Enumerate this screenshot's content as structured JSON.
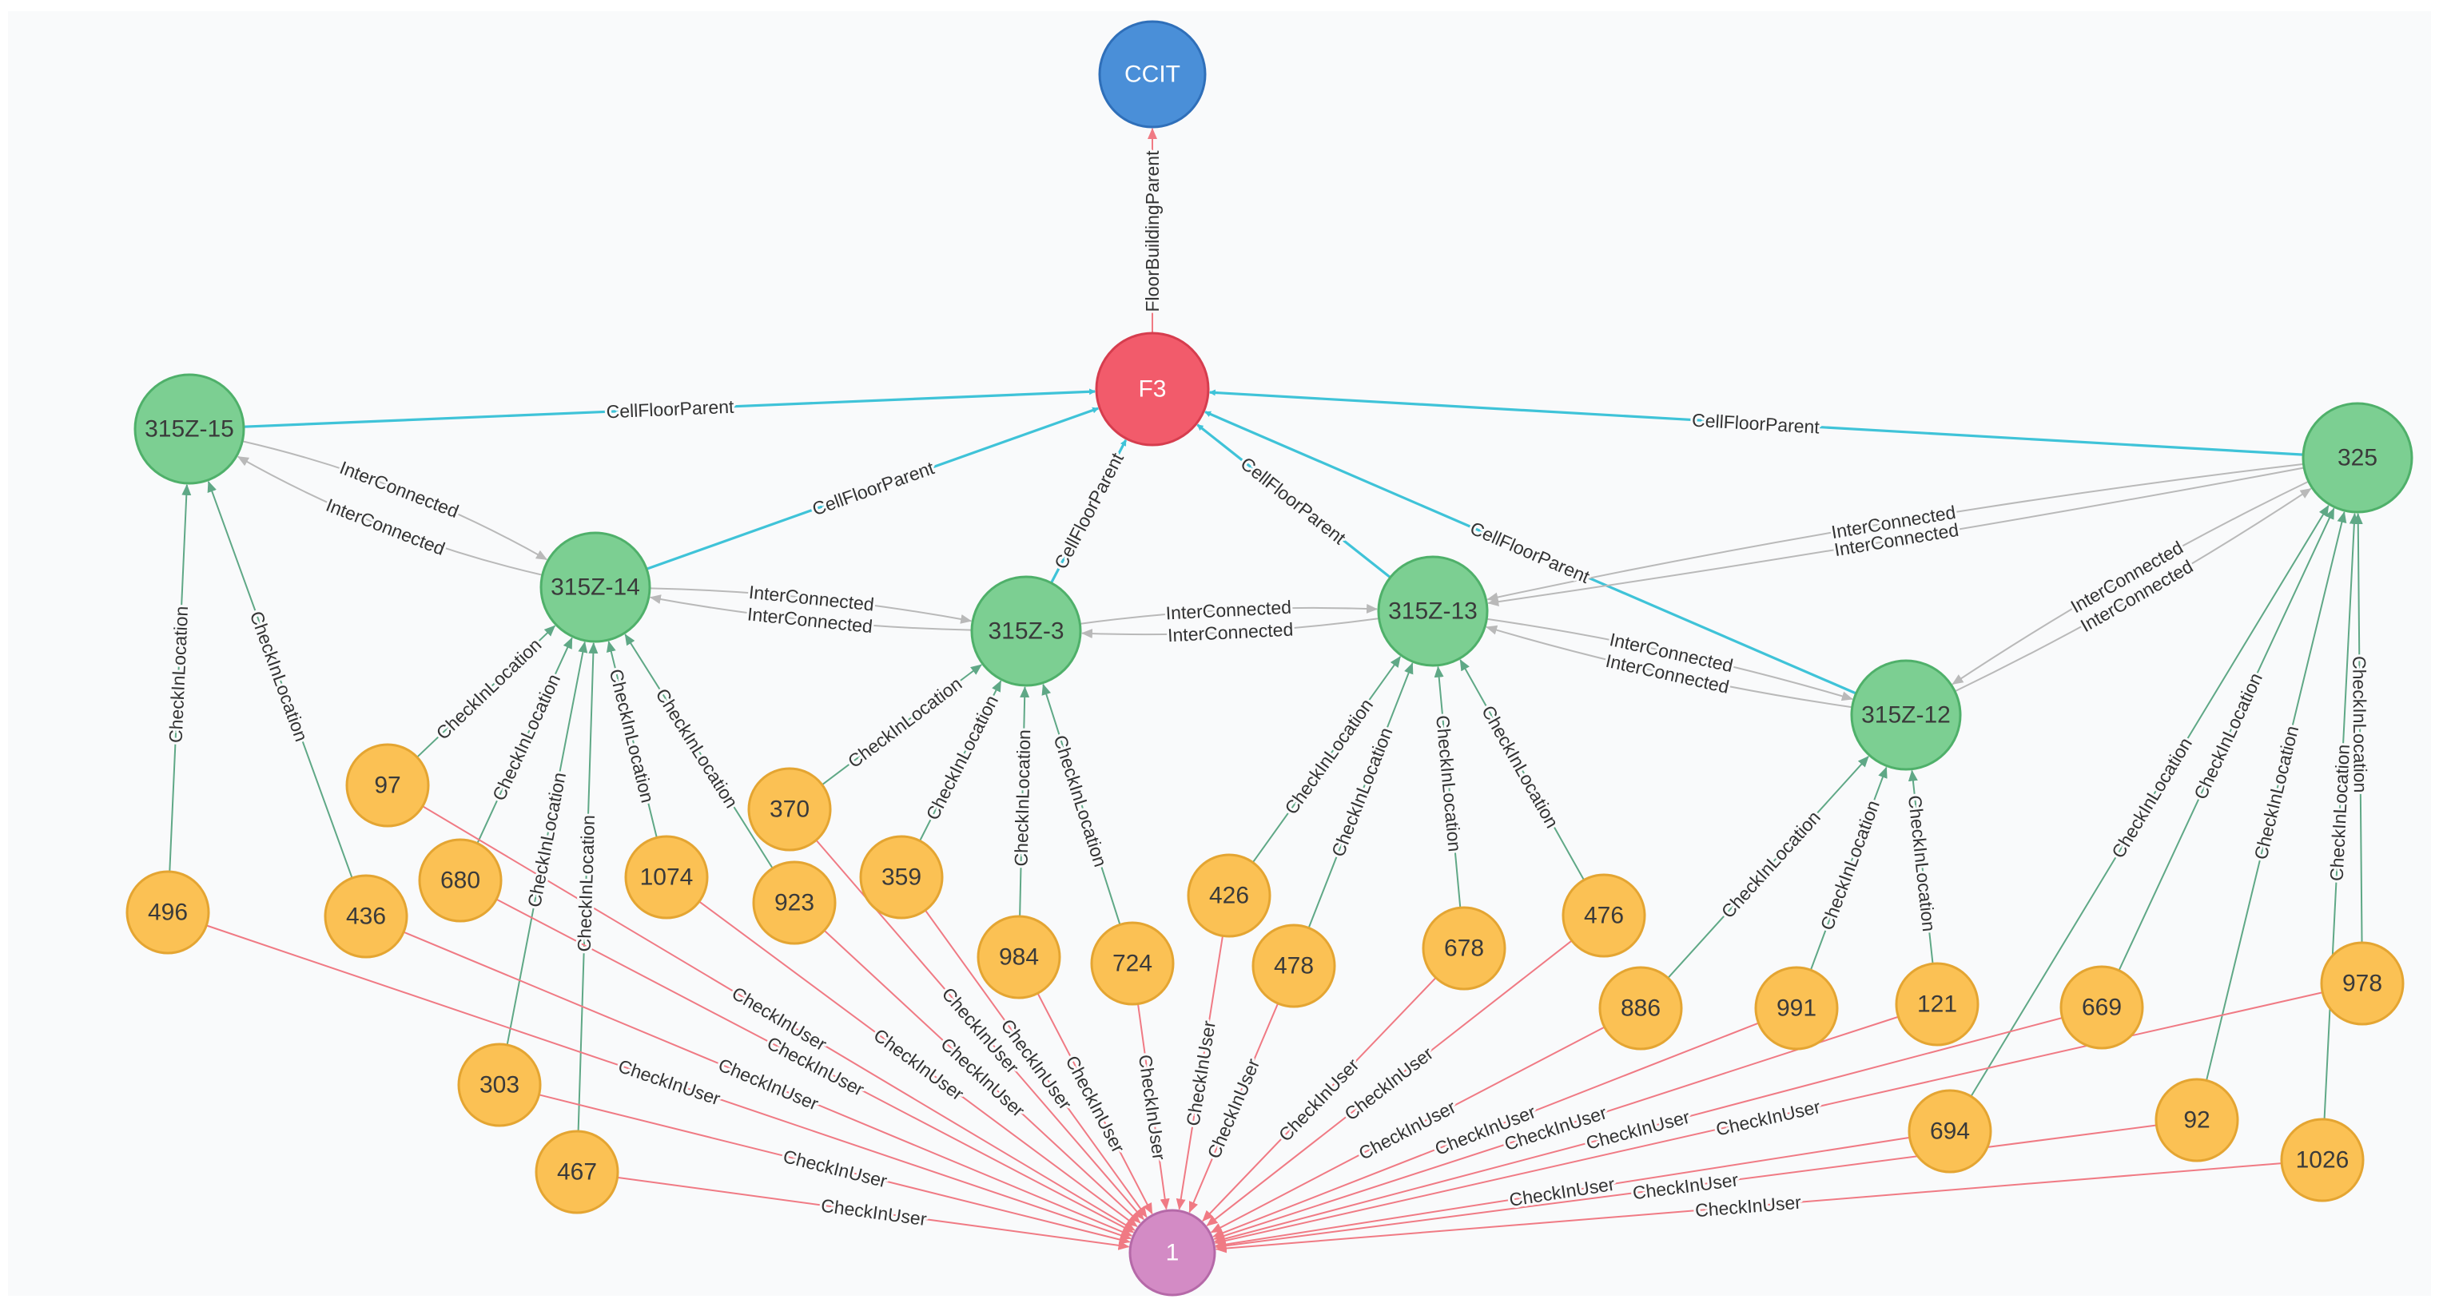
{
  "colors": {
    "blue": "#4a8fd8",
    "blue_stroke": "#2f6fb9",
    "red": "#f25b6b",
    "red_stroke": "#d63d4e",
    "green": "#7ccf92",
    "green_stroke": "#4fb06a",
    "orange": "#fbc154",
    "orange_stroke": "#e4a532",
    "pink": "#d38bc5",
    "pink_stroke": "#b569a8",
    "edge_cell_floor": "#3fc3d8",
    "edge_inter": "#b9b9b9",
    "edge_checkin_location": "#5fa886",
    "edge_checkin_user": "#f07a84",
    "edge_floor_building": "#f07a84"
  },
  "graph": {
    "nodes": [
      {
        "id": "CCIT",
        "label": "CCIT",
        "type": "building"
      },
      {
        "id": "F3",
        "label": "F3",
        "type": "floor"
      },
      {
        "id": "315Z-15",
        "label": "315Z-15",
        "type": "cell"
      },
      {
        "id": "315Z-14",
        "label": "315Z-14",
        "type": "cell"
      },
      {
        "id": "315Z-3",
        "label": "315Z-3",
        "type": "cell"
      },
      {
        "id": "315Z-13",
        "label": "315Z-13",
        "type": "cell"
      },
      {
        "id": "315Z-12",
        "label": "315Z-12",
        "type": "cell"
      },
      {
        "id": "325",
        "label": "325",
        "type": "cell"
      },
      {
        "id": "97",
        "label": "97",
        "type": "checkin"
      },
      {
        "id": "496",
        "label": "496",
        "type": "checkin"
      },
      {
        "id": "436",
        "label": "436",
        "type": "checkin"
      },
      {
        "id": "680",
        "label": "680",
        "type": "checkin"
      },
      {
        "id": "1074",
        "label": "1074",
        "type": "checkin"
      },
      {
        "id": "923",
        "label": "923",
        "type": "checkin"
      },
      {
        "id": "303",
        "label": "303",
        "type": "checkin"
      },
      {
        "id": "467",
        "label": "467",
        "type": "checkin"
      },
      {
        "id": "370",
        "label": "370",
        "type": "checkin"
      },
      {
        "id": "359",
        "label": "359",
        "type": "checkin"
      },
      {
        "id": "984",
        "label": "984",
        "type": "checkin"
      },
      {
        "id": "724",
        "label": "724",
        "type": "checkin"
      },
      {
        "id": "426",
        "label": "426",
        "type": "checkin"
      },
      {
        "id": "478",
        "label": "478",
        "type": "checkin"
      },
      {
        "id": "678",
        "label": "678",
        "type": "checkin"
      },
      {
        "id": "476",
        "label": "476",
        "type": "checkin"
      },
      {
        "id": "886",
        "label": "886",
        "type": "checkin"
      },
      {
        "id": "991",
        "label": "991",
        "type": "checkin"
      },
      {
        "id": "121",
        "label": "121",
        "type": "checkin"
      },
      {
        "id": "669",
        "label": "669",
        "type": "checkin"
      },
      {
        "id": "978",
        "label": "978",
        "type": "checkin"
      },
      {
        "id": "694",
        "label": "694",
        "type": "checkin"
      },
      {
        "id": "92",
        "label": "92",
        "type": "checkin"
      },
      {
        "id": "1026",
        "label": "1026",
        "type": "checkin"
      },
      {
        "id": "1",
        "label": "1",
        "type": "user"
      }
    ],
    "edges": [
      {
        "from": "F3",
        "to": "CCIT",
        "label": "FloorBuildingParent",
        "type": "floor_building"
      },
      {
        "from": "315Z-15",
        "to": "F3",
        "label": "CellFloorParent",
        "type": "cell_floor"
      },
      {
        "from": "315Z-14",
        "to": "F3",
        "label": "CellFloorParent",
        "type": "cell_floor"
      },
      {
        "from": "315Z-3",
        "to": "F3",
        "label": "CellFloorParent",
        "type": "cell_floor"
      },
      {
        "from": "315Z-13",
        "to": "F3",
        "label": "CellFloorParent",
        "type": "cell_floor"
      },
      {
        "from": "315Z-12",
        "to": "F3",
        "label": "CellFloorParent",
        "type": "cell_floor"
      },
      {
        "from": "325",
        "to": "F3",
        "label": "CellFloorParent",
        "type": "cell_floor"
      },
      {
        "from": "315Z-14",
        "to": "315Z-15",
        "label": "InterConnected",
        "type": "inter",
        "curve": -40
      },
      {
        "from": "315Z-15",
        "to": "315Z-14",
        "label": "InterConnected",
        "type": "inter",
        "curve": -40
      },
      {
        "from": "315Z-14",
        "to": "315Z-3",
        "label": "InterConnected",
        "type": "inter",
        "curve": -22
      },
      {
        "from": "315Z-3",
        "to": "315Z-14",
        "label": "InterConnected",
        "type": "inter",
        "curve": -22
      },
      {
        "from": "315Z-3",
        "to": "315Z-13",
        "label": "InterConnected",
        "type": "inter",
        "curve": -22
      },
      {
        "from": "315Z-13",
        "to": "315Z-3",
        "label": "InterConnected",
        "type": "inter",
        "curve": -22
      },
      {
        "from": "315Z-13",
        "to": "315Z-12",
        "label": "InterConnected",
        "type": "inter",
        "curve": -22
      },
      {
        "from": "315Z-12",
        "to": "315Z-13",
        "label": "InterConnected",
        "type": "inter",
        "curve": -22
      },
      {
        "from": "325",
        "to": "315Z-13",
        "label": "InterConnected",
        "type": "inter",
        "curve": 28
      },
      {
        "from": "325",
        "to": "315Z-13",
        "label": "InterConnected",
        "type": "inter",
        "curve": -12
      },
      {
        "from": "325",
        "to": "315Z-12",
        "label": "InterConnected",
        "type": "inter",
        "curve": 22
      },
      {
        "from": "315Z-12",
        "to": "325",
        "label": "InterConnected",
        "type": "inter",
        "curve": 22
      },
      {
        "from": "496",
        "to": "315Z-15",
        "label": "CheckInLocation",
        "type": "checkin_location"
      },
      {
        "from": "436",
        "to": "315Z-15",
        "label": "CheckInLocation",
        "type": "checkin_location"
      },
      {
        "from": "97",
        "to": "315Z-14",
        "label": "CheckInLocation",
        "type": "checkin_location"
      },
      {
        "from": "680",
        "to": "315Z-14",
        "label": "CheckInLocation",
        "type": "checkin_location"
      },
      {
        "from": "303",
        "to": "315Z-14",
        "label": "CheckInLocation",
        "type": "checkin_location"
      },
      {
        "from": "467",
        "to": "315Z-14",
        "label": "CheckInLocation",
        "type": "checkin_location"
      },
      {
        "from": "1074",
        "to": "315Z-14",
        "label": "CheckInLocation",
        "type": "checkin_location"
      },
      {
        "from": "923",
        "to": "315Z-14",
        "label": "CheckInLocation",
        "type": "checkin_location"
      },
      {
        "from": "370",
        "to": "315Z-3",
        "label": "CheckInLocation",
        "type": "checkin_location"
      },
      {
        "from": "359",
        "to": "315Z-3",
        "label": "CheckInLocation",
        "type": "checkin_location"
      },
      {
        "from": "984",
        "to": "315Z-3",
        "label": "CheckInLocation",
        "type": "checkin_location"
      },
      {
        "from": "724",
        "to": "315Z-3",
        "label": "CheckInLocation",
        "type": "checkin_location"
      },
      {
        "from": "426",
        "to": "315Z-13",
        "label": "CheckInLocation",
        "type": "checkin_location"
      },
      {
        "from": "478",
        "to": "315Z-13",
        "label": "CheckInLocation",
        "type": "checkin_location"
      },
      {
        "from": "678",
        "to": "315Z-13",
        "label": "CheckInLocation",
        "type": "checkin_location"
      },
      {
        "from": "476",
        "to": "315Z-13",
        "label": "CheckInLocation",
        "type": "checkin_location"
      },
      {
        "from": "886",
        "to": "315Z-12",
        "label": "CheckInLocation",
        "type": "checkin_location"
      },
      {
        "from": "991",
        "to": "315Z-12",
        "label": "CheckInLocation",
        "type": "checkin_location"
      },
      {
        "from": "121",
        "to": "315Z-12",
        "label": "CheckInLocation",
        "type": "checkin_location"
      },
      {
        "from": "694",
        "to": "325",
        "label": "CheckInLocation",
        "type": "checkin_location"
      },
      {
        "from": "669",
        "to": "325",
        "label": "CheckInLocation",
        "type": "checkin_location"
      },
      {
        "from": "92",
        "to": "325",
        "label": "CheckInLocation",
        "type": "checkin_location"
      },
      {
        "from": "1026",
        "to": "325",
        "label": "CheckInLocation",
        "type": "checkin_location"
      },
      {
        "from": "978",
        "to": "325",
        "label": "CheckInLocation",
        "type": "checkin_location"
      },
      {
        "from": "97",
        "to": "1",
        "label": "CheckInUser",
        "type": "checkin_user"
      },
      {
        "from": "496",
        "to": "1",
        "label": "CheckInUser",
        "type": "checkin_user"
      },
      {
        "from": "436",
        "to": "1",
        "label": "CheckInUser",
        "type": "checkin_user"
      },
      {
        "from": "680",
        "to": "1",
        "label": "CheckInUser",
        "type": "checkin_user"
      },
      {
        "from": "1074",
        "to": "1",
        "label": "CheckInUser",
        "type": "checkin_user"
      },
      {
        "from": "923",
        "to": "1",
        "label": "CheckInUser",
        "type": "checkin_user"
      },
      {
        "from": "303",
        "to": "1",
        "label": "CheckInUser",
        "type": "checkin_user"
      },
      {
        "from": "467",
        "to": "1",
        "label": "CheckInUser",
        "type": "checkin_user"
      },
      {
        "from": "370",
        "to": "1",
        "label": "CheckInUser",
        "type": "checkin_user"
      },
      {
        "from": "359",
        "to": "1",
        "label": "CheckInUser",
        "type": "checkin_user"
      },
      {
        "from": "984",
        "to": "1",
        "label": "CheckInUser",
        "type": "checkin_user"
      },
      {
        "from": "724",
        "to": "1",
        "label": "CheckInUser",
        "type": "checkin_user"
      },
      {
        "from": "426",
        "to": "1",
        "label": "CheckInUser",
        "type": "checkin_user"
      },
      {
        "from": "478",
        "to": "1",
        "label": "CheckInUser",
        "type": "checkin_user"
      },
      {
        "from": "678",
        "to": "1",
        "label": "CheckInUser",
        "type": "checkin_user"
      },
      {
        "from": "476",
        "to": "1",
        "label": "CheckInUser",
        "type": "checkin_user"
      },
      {
        "from": "886",
        "to": "1",
        "label": "CheckInUser",
        "type": "checkin_user"
      },
      {
        "from": "991",
        "to": "1",
        "label": "CheckInUser",
        "type": "checkin_user"
      },
      {
        "from": "121",
        "to": "1",
        "label": "CheckInUser",
        "type": "checkin_user"
      },
      {
        "from": "669",
        "to": "1",
        "label": "CheckInUser",
        "type": "checkin_user"
      },
      {
        "from": "978",
        "to": "1",
        "label": "CheckInUser",
        "type": "checkin_user"
      },
      {
        "from": "694",
        "to": "1",
        "label": "CheckInUser",
        "type": "checkin_user"
      },
      {
        "from": "92",
        "to": "1",
        "label": "CheckInUser",
        "type": "checkin_user"
      },
      {
        "from": "1026",
        "to": "1",
        "label": "CheckInUser",
        "type": "checkin_user"
      }
    ]
  }
}
